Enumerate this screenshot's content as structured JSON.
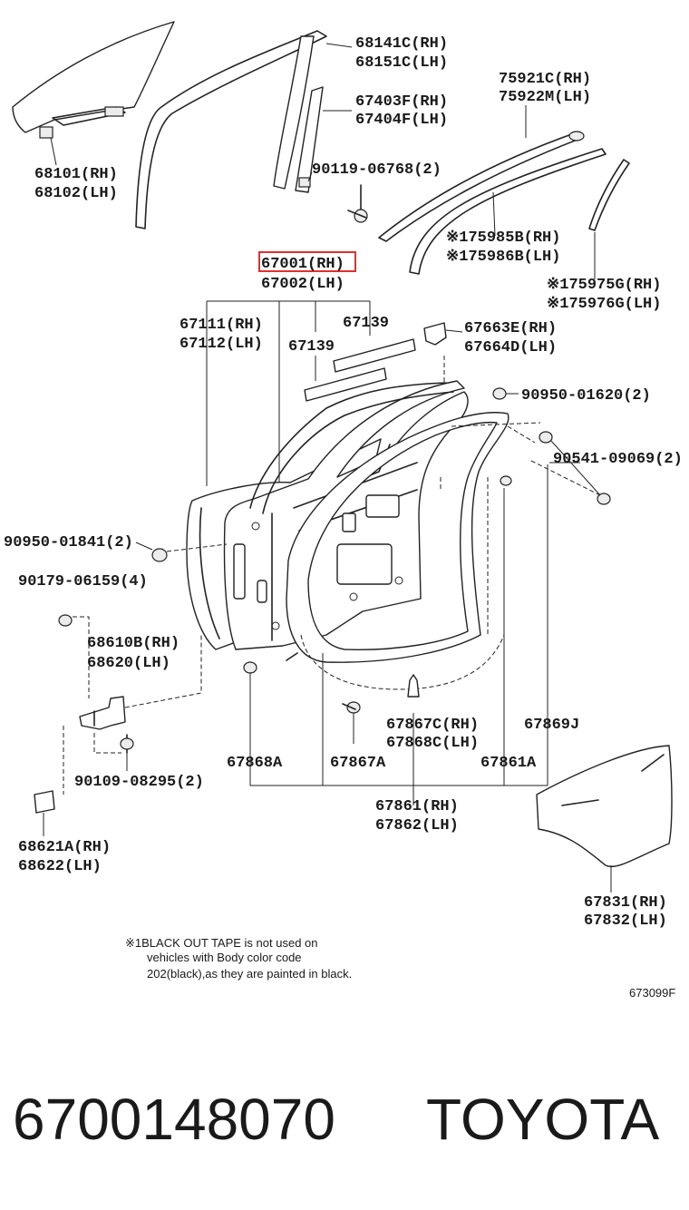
{
  "diagram_code": "673099F",
  "part_number": "6700148070",
  "brand": "TOYOTA",
  "highlight_label": "67001(RH)",
  "labels": {
    "l68141": "68141C(RH)",
    "l68151": "68151C(LH)",
    "l75921": "75921C(RH)",
    "l75922": "75922M(LH)",
    "l67403": "67403F(RH)",
    "l67404": "67404F(LH)",
    "l90119": "90119-06768(2)",
    "l68101": "68101(RH)",
    "l68102": "68102(LH)",
    "l75985": "※175985B(RH)",
    "l75986": "※175986B(LH)",
    "l67001": "67001(RH)",
    "l67002": "67002(LH)",
    "l75975": "※175975G(RH)",
    "l75976": "※175976G(LH)",
    "l67111": "67111(RH)",
    "l67112": "67112(LH)",
    "l67139a": "67139",
    "l67139b": "67139",
    "l67663": "67663E(RH)",
    "l67664": "67664D(LH)",
    "l9095001620": "90950-01620(2)",
    "l9054109069": "90541-09069(2)",
    "l9095001841": "90950-01841(2)",
    "l9017906159": "90179-06159(4)",
    "l68610": "68610B(RH)",
    "l68620": "68620(LH)",
    "l67867c": "67867C(RH)",
    "l67868c": "67868C(LH)",
    "l67869j": "67869J",
    "l67868a": "67868A",
    "l67867a": "67867A",
    "l67861a": "67861A",
    "l9010908295": "90109-08295(2)",
    "l67861": "67861(RH)",
    "l67862": "67862(LH)",
    "l68621": "68621A(RH)",
    "l68622": "68622(LH)",
    "l67831": "67831(RH)",
    "l67832": "67832(LH)"
  },
  "footnote": {
    "line1": "※1BLACK OUT TAPE is not used on",
    "line2": "vehicles with Body color code",
    "line3": "202(black),as they are painted in black."
  }
}
